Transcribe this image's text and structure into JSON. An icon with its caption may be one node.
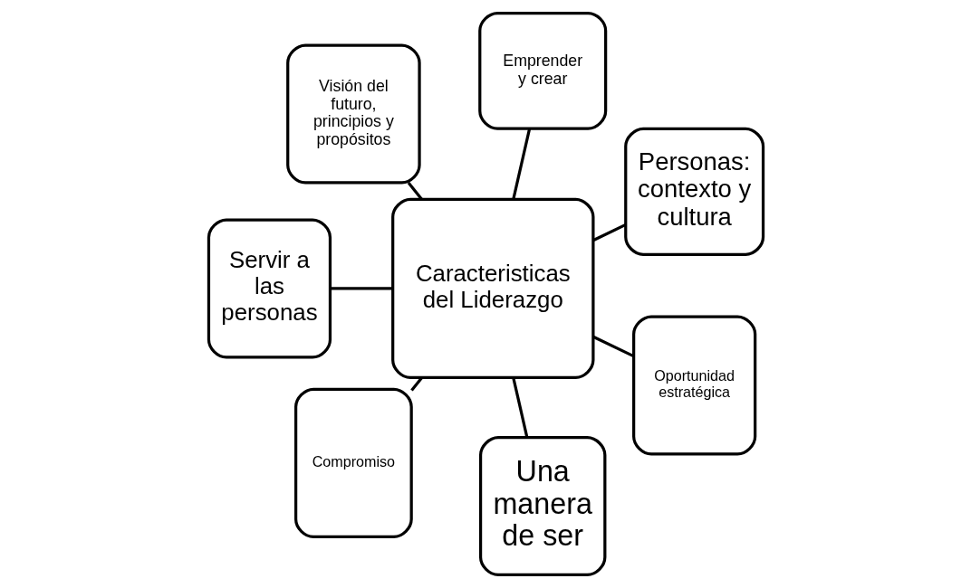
{
  "diagram": {
    "nodes": [
      {
        "text": [
          "Caracteristicas del Liderazgo"
        ]
      },
      {
        "text": [
          "Personas: contexto y cultura"
        ]
      },
      {
        "text": [
          "Emprender y crear"
        ]
      },
      {
        "text": [
          "Visión del futuro, principios y propósitos"
        ]
      },
      {
        "text": [
          "Servir a las personas"
        ]
      },
      {
        "text": [
          "Compromiso"
        ]
      },
      {
        "text": [
          "Una manera de ser"
        ]
      },
      {
        "text": [
          "Oportunidad estratégica"
        ]
      }
    ],
    "edges": [
      {
        "from": 0,
        "to": 1,
        "arrow": "none"
      },
      {
        "from": 0,
        "to": 2,
        "arrow": "none"
      },
      {
        "from": 0,
        "to": 3,
        "arrow": "none"
      },
      {
        "from": 0,
        "to": 4,
        "arrow": "none"
      },
      {
        "from": 0,
        "to": 5,
        "arrow": "none"
      },
      {
        "from": 0,
        "to": 6,
        "arrow": "none"
      },
      {
        "from": 0,
        "to": 7,
        "arrow": "none"
      }
    ]
  }
}
